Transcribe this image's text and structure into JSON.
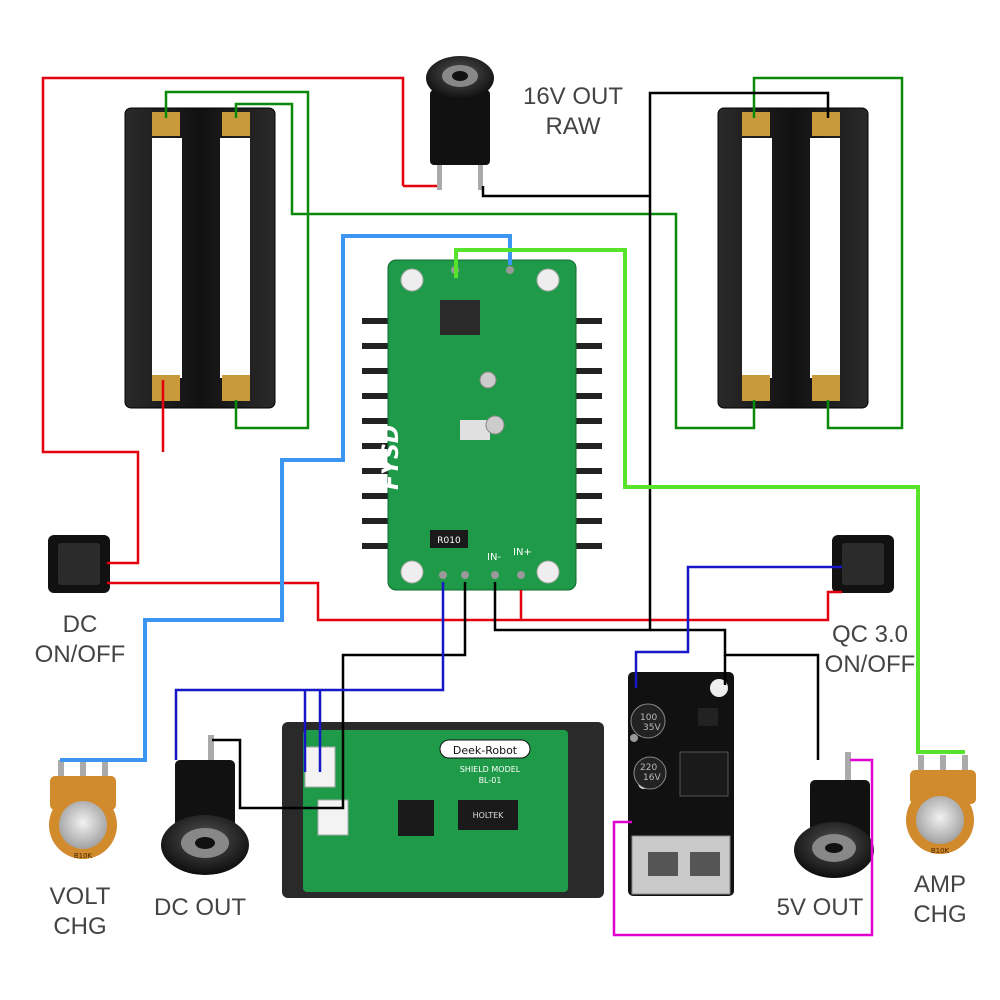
{
  "labels": {
    "raw_out": [
      "16V OUT",
      "RAW"
    ],
    "dc_switch": [
      "DC",
      "ON/OFF"
    ],
    "qc_switch": [
      "QC 3.0",
      "ON/OFF"
    ],
    "volt_pot": [
      "VOLT",
      "CHG"
    ],
    "dc_out": "DC OUT",
    "usb_out": "5V OUT",
    "amp_pot": [
      "AMP",
      "CHG"
    ]
  },
  "board_text": {
    "buck_brand": "FYSD",
    "buck_shunt": "R010",
    "buck_in_minus": "IN-",
    "buck_in_plus": "IN+",
    "meter_brand": "Deek-Robot",
    "meter_model": "SHIELD MODEL",
    "meter_code": "BL-01",
    "meter_chip": "HOLTEK",
    "qc_cap_1": "100",
    "qc_cap_1b": "35V",
    "qc_cap_2": "220",
    "qc_cap_2b": "16V",
    "pot_value": "B10K"
  },
  "colors": {
    "red": "#e3000f",
    "green": "#0a8a0a",
    "black": "#000000",
    "blue": "#3a96f0",
    "navy": "#1717c8",
    "lime": "#57e32c",
    "magenta": "#e000d0",
    "pcb": "#1f9a48",
    "holder": "#1b1b1b",
    "brass": "#c89a3a"
  }
}
